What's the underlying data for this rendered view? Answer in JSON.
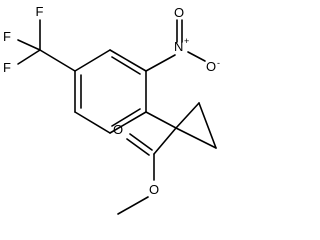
{
  "molecule": {
    "atoms": {
      "f1": "F",
      "f2": "F",
      "f3": "F",
      "nitro_n": "N",
      "nitro_n_charge": "+",
      "nitro_o_top": "O",
      "nitro_o_side": "O",
      "nitro_o_charge": "-",
      "carbonyl_o": "O",
      "ester_o": "O"
    }
  }
}
